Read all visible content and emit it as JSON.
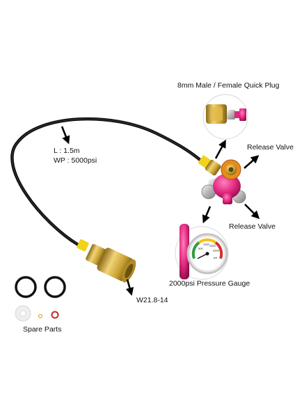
{
  "labels": {
    "length": "L : 1.5m",
    "working_pressure": "WP : 5000psi",
    "quick_plug": "8mm Male / Female Quick Plug",
    "release_valve_top": "Release Valve",
    "release_valve_bottom": "Release Valve",
    "pressure_gauge": "2000psi Pressure Gauge",
    "thread": "W21.8-14",
    "spare_parts": "Spare Parts"
  },
  "gauge_scale": [
    "500",
    "1000",
    "1500",
    "2000",
    "psi"
  ],
  "colors": {
    "background": "#ffffff",
    "hose": "#111111",
    "brass": "#c9a233",
    "valve_body": "#e0267e",
    "valve_accent": "#e98a1c",
    "chrome": "#c8c8c8",
    "yellow_collar": "#f2d21b",
    "oring_black": "#111111",
    "oring_red": "#c62828",
    "washer_white": "#eeeeee",
    "arrow": "#000000"
  }
}
